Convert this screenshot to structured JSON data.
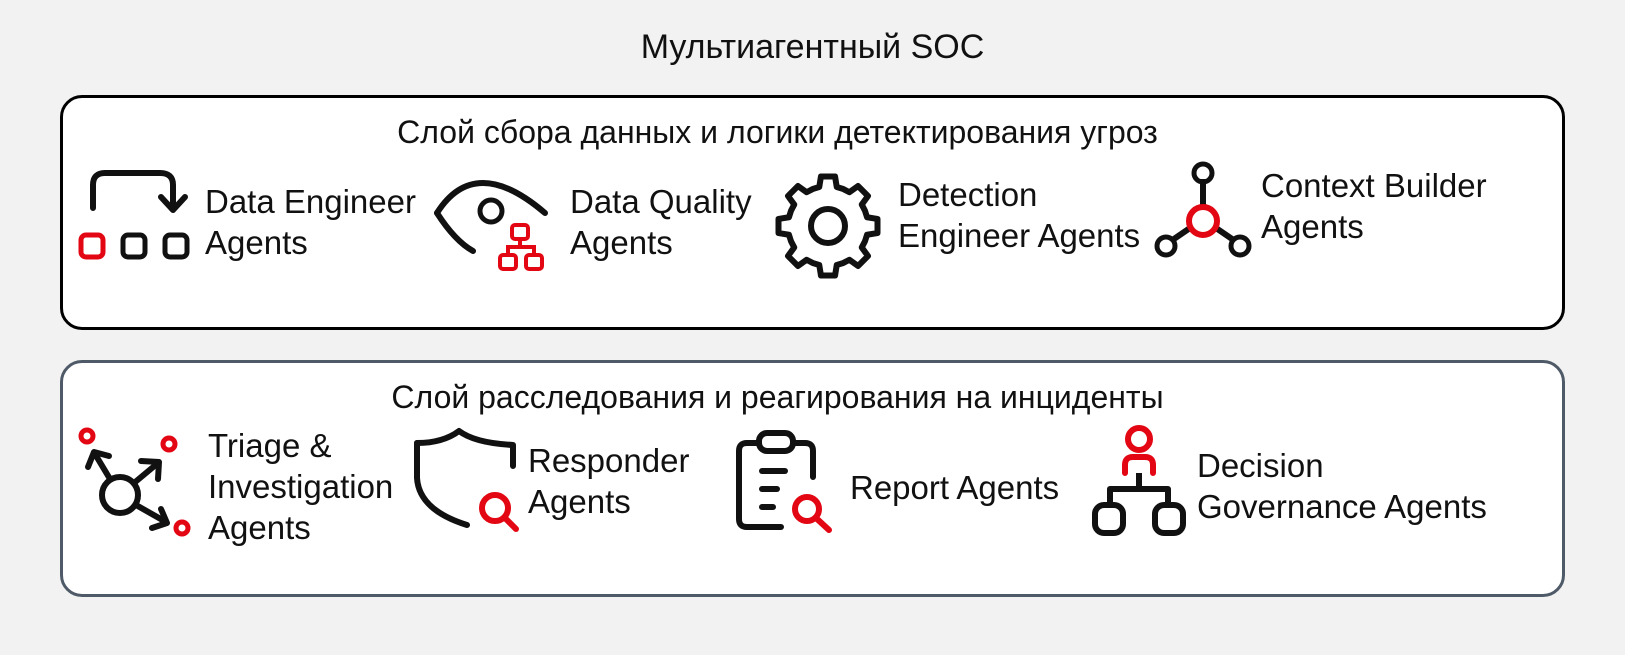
{
  "title": "Мультиагентный SOC",
  "colors": {
    "accent": "#e30613",
    "ink": "#111111",
    "layer1_border": "#000000",
    "layer2_border": "#4f5a68"
  },
  "layers": [
    {
      "title": "Слой сбора данных и логики детектирования угроз",
      "agents": [
        {
          "icon": "pipeline-icon",
          "lines": [
            "Data Engineer",
            "Agents"
          ]
        },
        {
          "icon": "eye-network-icon",
          "lines": [
            "Data Quality",
            "Agents"
          ]
        },
        {
          "icon": "gear-icon",
          "lines": [
            "Detection",
            "Engineer Agents"
          ]
        },
        {
          "icon": "graph-nodes-icon",
          "lines": [
            "Context Builder",
            "Agents"
          ]
        }
      ]
    },
    {
      "title": "Слой расследования и реагирования на инциденты",
      "agents": [
        {
          "icon": "triage-arrows-icon",
          "lines": [
            "Triage &",
            "Investigation",
            "Agents"
          ]
        },
        {
          "icon": "shield-search-icon",
          "lines": [
            "Responder",
            "Agents"
          ]
        },
        {
          "icon": "clipboard-search-icon",
          "lines": [
            "Report Agents"
          ]
        },
        {
          "icon": "org-hierarchy-icon",
          "lines": [
            "Decision",
            "Governance Agents"
          ]
        }
      ]
    }
  ]
}
